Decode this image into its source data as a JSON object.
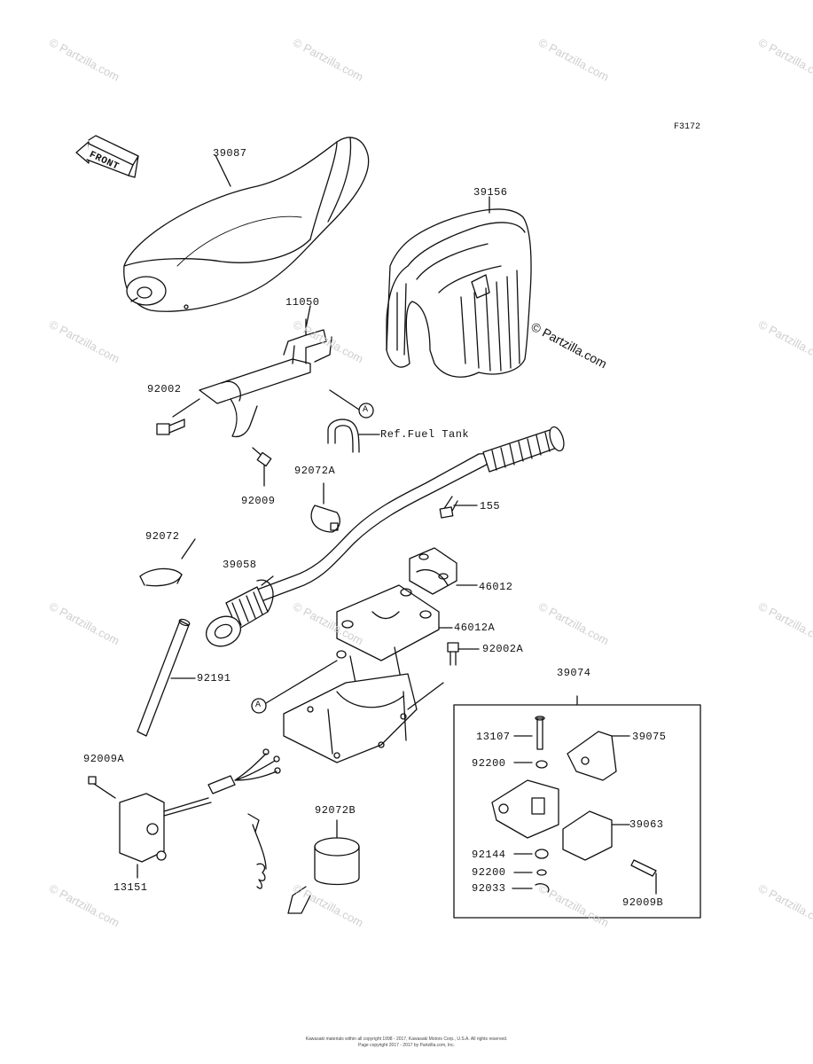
{
  "figure_code": "F3172",
  "watermark_text": "© Partzilla.com",
  "center_watermark": "© Partzilla.com",
  "front_label": "FRONT",
  "callout_A": "A",
  "reference_note": "Ref.Fuel Tank",
  "kit_number": "39074",
  "parts": {
    "p39087": "39087",
    "p39156": "39156",
    "p11050": "11050",
    "p92002": "92002",
    "p92009": "92009",
    "p92072A": "92072A",
    "p155": "155",
    "p92072": "92072",
    "p39058": "39058",
    "p46012": "46012",
    "p46012A": "46012A",
    "p92002A": "92002A",
    "p92191": "92191",
    "p92009A": "92009A",
    "p13151": "13151",
    "p92072B": "92072B",
    "p13107": "13107",
    "p39075": "39075",
    "p92200a": "92200",
    "p39063": "39063",
    "p92144": "92144",
    "p92200b": "92200",
    "p92033": "92033",
    "p92009B": "92009B"
  },
  "footer": {
    "line1": "Kawasaki materials within all copyright 1998 - 2017, Kawasaki Motors Corp., U.S.A. All rights reserved.",
    "line2": "Page copyright 2017 - 2017 by Partzilla.com, Inc."
  }
}
